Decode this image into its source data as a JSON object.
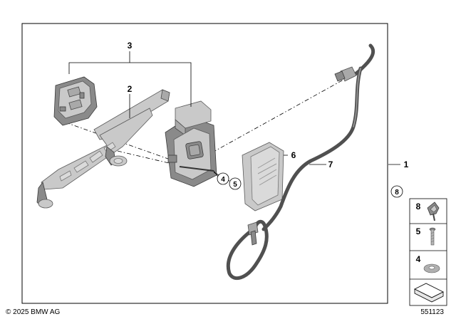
{
  "callouts": {
    "c1": "1",
    "c2": "2",
    "c3": "3",
    "c6": "6",
    "c7": "7"
  },
  "circled_refs": {
    "r4": "4",
    "r5": "5",
    "r8": "8"
  },
  "legend": {
    "items": [
      {
        "number": "8",
        "icon": "clip-screw-icon"
      },
      {
        "number": "5",
        "icon": "screw-icon"
      },
      {
        "number": "4",
        "icon": "washer-icon"
      }
    ],
    "last_icon": "bracket-profile-icon"
  },
  "footer": {
    "copyright": "© 2025 BMW AG",
    "diagram_number": "551123"
  }
}
